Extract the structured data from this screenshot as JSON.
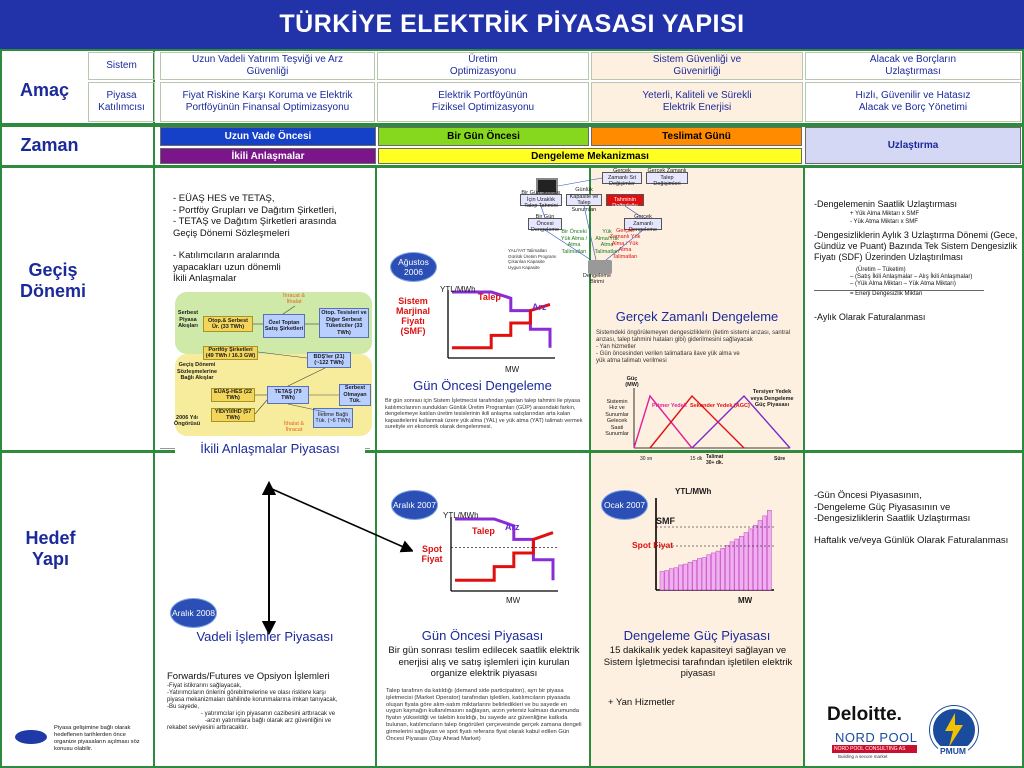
{
  "title": "TÜRKİYE ELEKTRİK PİYASASI YAPISI",
  "amac": {
    "label": "Amaç",
    "sistem_label": "Sistem",
    "katilimci_label": "Piyasa Katılımcısı",
    "sistem": [
      "Uzun Vadeli Yatırım Teşviği ve Arz Güvenliği",
      "Üretim Optimizasyonu",
      "Sistem Güvenliği ve Güvenirliği",
      "Alacak ve Borçların Uzlaştırması"
    ],
    "katilimci": [
      "Fiyat Riskine Karşı Koruma ve Elektrik Portföyünün Finansal Optimizasyonu",
      "Elektrik Portföyünün Fiziksel Optimizasyonu",
      "Yeterli, Kaliteli ve Sürekli Elektrik Enerjisi",
      "Hızlı, Güvenilir ve Hatasız Alacak ve Borç Yönetimi"
    ]
  },
  "zaman": {
    "label": "Zaman",
    "uzun": "Uzun Vade Öncesi",
    "bir_gun": "Bir Gün Öncesi",
    "teslimat": "Teslimat  Günü",
    "uzlastirma": "Uzlaştırma",
    "ikili": "İkili Anlaşmalar",
    "dengeleme": "Dengeleme Mekanizması"
  },
  "gecis": {
    "label": "Geçiş Dönemi",
    "list": [
      "- EÜAŞ HES ve TETAŞ,",
      "- Portföy Grupları ve Dağıtım Şirketleri,",
      "- TETAŞ ve Dağıtım Şirketleri arasında",
      "Geçiş Dönemi Sözleşmeleri",
      "",
      "- Katılımcıların aralarında",
      "yapacakları uzun dönemli",
      "İkili Anlaşmalar"
    ],
    "ikili_caption": "İkili Anlaşmalar Piyasası",
    "diag": {
      "ihracat": "İhracat & İthalat",
      "serbest_piyasa": "Serbest Piyasa Akışları",
      "otop": "Otop.& Serbest Ür. (33 TWh)",
      "ozel": "Özel Toptan Satış Şirketleri",
      "otop_tuk": "Otop. Tesisleri ve Diğer Serbest Tüketiciler (33 TWh)",
      "portfoy": "Portföy Şirketleri (49 TWh / 16.3 GW)",
      "bdr": "BDŞ'ler (21) (~122 TWh)",
      "gecis_akis": "Geçiş Dönemi Sözleşmelerine Bağlı Akışlar",
      "euas": "EÜAŞ-HES (22 TWh)",
      "tetas": "TETAŞ (79 TWh)",
      "serbest_olmayan": "Serbest Olmayan Tük.",
      "yid": "YİD/Yİ/İHD (57 TWh)",
      "yil": "2006 Yılı Öngörüsü",
      "ithalat": "İthalat & İhracat",
      "iletim": "İletime Bağlı Tük. (~6 TWh)"
    },
    "agustos": "Ağustos 2006",
    "ytl": "YTL/MWh",
    "talep": "Talep",
    "arz": "Arz",
    "smf": "Sistem Marjinal Fiyatı (SMF)",
    "mw": "MW",
    "gun_oncesi_caption": "Gün Öncesi Dengeleme",
    "gun_oncesi_text": "Bir gün sonrası için Sistem İşletmecisi tarafından yapılan talep tahmini ile piyasa katılımcılarının sundukları Günlük Üretim Programları (GÜP) arasındaki farkın, dengelemeye katılan üretim tesislerinin ikili anlaşma satışlarından arta kalan kapasitelerini kullanmak üzere yük alma (YAL) ve yük atma (YAT) talimatı vermek suretiyle en ekonomik olarak dengelenmesi.",
    "net_diagram": [
      "Gerçek Zamanlı Sıt Değişimler",
      "Gerçek Zamanlı Talep Değişimleri",
      "Bir Gün Sonrası İçin Uzaklık Talep Tahmini",
      "Günlük Kapasite ve Talep Sunumları",
      "Yerinde Tahminin Doğruluğu",
      "Bir Gün Öncesi Dengeleme",
      "Gerçek Zamanlı Dengeleme",
      "Bir Önceki Yük Alma / Atma Talimatları",
      "Yük Alma/Yük Atma Talimatları",
      "Gerçek Zamanlı Yük Alma / Yük Atma Talimatları",
      "YAL/YAT Talimatları",
      "Günlük Üretim Programı",
      "Çıkarılan Kapasite",
      "Uygun Kapasite",
      "Dengeleme Birimi"
    ],
    "gercek_caption": "Gerçek Zamanlı Dengeleme",
    "gercek_text": [
      "Sistemdeki öngörülemeyen dengesizliklerin (iletim sistemi arızası, santral arızası, talep tahmini hataları gibi) giderilmesini sağlayacak",
      "- Yan hizmetler",
      "- Gün öncesinden verilen talimatlara ilave yük alma ve",
      "yük atma talimatı verilmesi"
    ],
    "mini_chart": {
      "y": "Güç (MW)",
      "left": "Sistemin Hız ve Sunumlar Gelecek Saati Sunumlar",
      "primer": "Primer Yedek",
      "sekonder": "Sekonder Yedek (AGC)",
      "tersiyer": "Tersiyer Yedek veya Dengeleme Güç Piyasası",
      "t1": "30 sn",
      "t2": "15 dk",
      "t3": "Talimat 30+ dk.",
      "t4": "Süre"
    },
    "uzlas_lines": [
      "-Dengelemenin Saatlik Uzlaştırması",
      "+ Yük Alma Miktarı x SMF",
      "- Yük Atma Miktarı x SMF",
      "-Dengesizliklerin Aylık 3 Uzlaştırma Dönemi (Gece, Gündüz ve Puant) Bazında Tek Sistem Dengesizlik Fiyatı (SDF) Üzerinden Uzlaştırılması",
      "(Üretim – Tüketim)",
      "– (Satış İkili Anlaşmalar – Alış İkili Anlaşmalar)",
      "– (Yük Alma Miktarı – Yük Atma Miktarı)",
      "= Enerji Dengesizlik Miktarı",
      "-Aylık Olarak Faturalanması"
    ]
  },
  "hedef": {
    "label": "Hedef Yapı",
    "aralik2008": "Aralık 2008",
    "vadeli_caption": "Vadeli İşlemler Piyasası",
    "forwards_title": "Forwards/Futures ve Opsiyon İşlemleri",
    "forwards_lines": [
      "-Fiyat istikrarını sağlayacak,",
      "-Yatırımcıların önlerini görebilmelerine ve olası risklere karşı",
      "piyasa mekanizmaları dahilinde korunmalarına imkan tanıyacak,",
      "-Bu sayede,",
      "- yatırımcılar için piyasanın cazibesini arttıracak ve",
      "-arzın yatırımlara bağlı olarak arz güvenliğini ve",
      "rekabet seviyesini arttıracaktır."
    ],
    "aralik2007": "Aralık 2007",
    "ytl": "YTL/MWh",
    "talep": "Talep",
    "arz": "Arz",
    "spot": "Spot Fiyat",
    "mw": "MW",
    "gop_caption": "Gün Öncesi Piyasası",
    "gop_sub": "Bir gün sonrası teslim edilecek saatlik elektrik enerjisi alış ve satış işlemleri için kurulan organize elektrik piyasası",
    "gop_text": "Talep tarafının da katıldığı (demand side participation), ayrı bir piyasa işletmecisi (Market Operator) tarafından işletilen, katılımcıların piyasada oluşan fiyata göre alım-satım miktarlarını belirledikleri ve bu sayede en uygun kaynağın kullanılmasını sağlayan, arzın yetersiz kalması durumunda fiyatın yükseldiği ve talebin kısıldığı, bu sayede arz güvenliğine katkıda bulunan, katılımcıların talep öngörüleri çerçevesinde gerçek zamana dengeli girmelerini sağlayan ve spot fiyatı referans fiyat olarak kabul edilen Gün Öncesi Piyasası (Day Ahead Market)",
    "ocak2007": "Ocak 2007",
    "smf": "SMF",
    "dgp_caption": "Dengeleme Güç Piyasası",
    "dgp_sub": "15 dakikalık yedek kapasiteyi sağlayan ve Sistem İşletmecisi tarafından işletilen elektrik piyasası",
    "yan_hizmetler": "+ Yan Hizmetler",
    "uzlas_lines": [
      "-Gün Öncesi Piyasasının,",
      "-Dengeleme Güç Piyasasının ve",
      "-Dengesizliklerin Saatlik Uzlaştırması",
      "",
      "Haftalık ve/veya Günlük Olarak Faturalanması"
    ]
  },
  "footer": {
    "note": "Piyasa gelişimine bağlı olarak hedeflenen tarihlerden önce organize piyasaların açılması söz konusu olabilir.",
    "deloitte": "Deloitte.",
    "nordpool": "NORD POOL",
    "nordpool_sub": "NORD POOL CONSULTING AS",
    "nordpool_tag": "Building a secure market",
    "pmum": "PMUM"
  },
  "colors": {
    "title_bg": "#2233aa",
    "separator": "#2e8b3e",
    "uzun": "#1540c8",
    "bir_gun": "#86d81f",
    "teslimat": "#ff8c00",
    "ikili": "#7b168a",
    "dengeleme": "#ffff22",
    "uzlastirma_bg": "#d5d8f5"
  },
  "chart_data": [
    {
      "type": "line",
      "title": "",
      "xlabel": "MW",
      "ylabel": "YTL/MWh",
      "series": [
        {
          "name": "Talep",
          "x": [
            0,
            2,
            3,
            3,
            4,
            4,
            5,
            5
          ],
          "y": [
            10,
            10,
            9,
            7,
            7,
            4,
            4,
            1
          ]
        },
        {
          "name": "Arz",
          "x": [
            0,
            2,
            2,
            3,
            3,
            4,
            4,
            5
          ],
          "y": [
            1,
            1,
            3,
            3,
            5,
            5,
            7,
            8
          ]
        }
      ]
    },
    {
      "type": "bar",
      "title": "",
      "xlabel": "MW",
      "ylabel": "YTL/MWh",
      "values": [
        20,
        21,
        23,
        24,
        27,
        28,
        30,
        32,
        34,
        35,
        38,
        40,
        42,
        45,
        48,
        52,
        55,
        58,
        62,
        66,
        70,
        75,
        80,
        86
      ]
    }
  ]
}
